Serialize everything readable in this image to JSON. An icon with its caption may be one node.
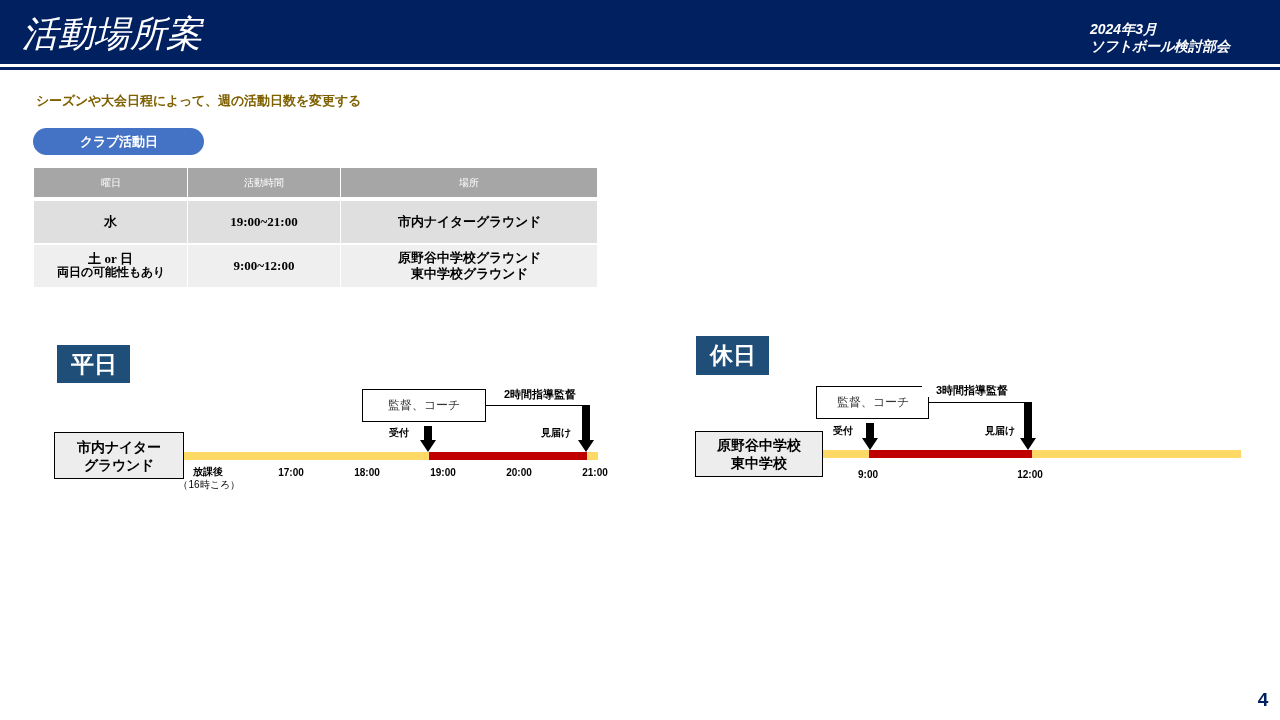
{
  "diagram": {
    "nodes": [
      {
        "text": [
          "クラブ活動日"
        ]
      },
      {
        "text": [
          "平日"
        ]
      },
      {
        "text": [
          "市内ナイターグラウンド"
        ]
      },
      {
        "text": [
          "監督、コーチ"
        ]
      },
      {
        "text": [],
        "shape": "bar"
      },
      {
        "text": [
          "休日"
        ]
      },
      {
        "text": [
          "原野谷中学校東中学校"
        ]
      },
      {
        "text": [
          "監督、コーチ"
        ]
      },
      {
        "text": [],
        "shape": "bar"
      }
    ],
    "edges": [
      {
        "from": null,
        "to": 4,
        "arrow": "to"
      },
      {
        "from": 3,
        "to": 4,
        "arrow": "to",
        "label": "2時間指導監督"
      },
      {
        "from": null,
        "to": 8,
        "arrow": "to"
      },
      {
        "from": 7,
        "to": 8,
        "arrow": "to",
        "label": "3時間指導監督"
      }
    ],
    "labels": [
      "活動場所案",
      "2024年3月",
      "ソフトボール検討部会",
      "シーズンや大会日程によって、週の活動日数を変更する",
      "曜日",
      "活動時間",
      "場所",
      "水",
      "19:00~21:00",
      "市内ナイターグラウンド",
      "土 or 日",
      "両日の可能性もあり",
      "9:00~12:00",
      "原野谷中学校グラウンド東中学校グラウンド",
      "受付",
      "見届け",
      "放課後",
      "（16時ころ）",
      "17:00",
      "18:00",
      "19:00",
      "20:00",
      "21:00",
      "受付",
      "見届け",
      "9:00",
      "12:00",
      "4"
    ]
  }
}
